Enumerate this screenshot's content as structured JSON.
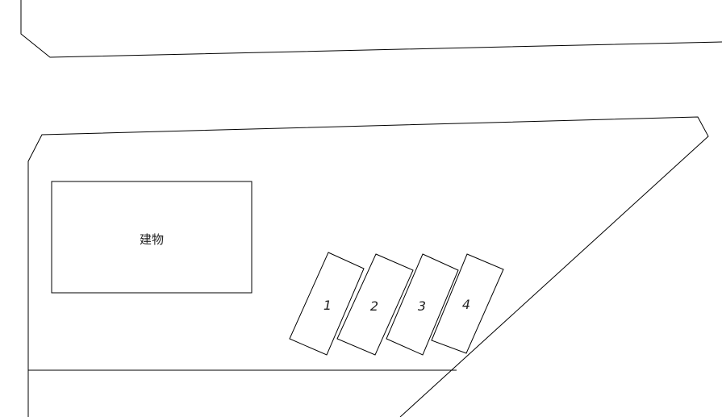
{
  "building": {
    "label": "建物"
  },
  "parking_spaces": [
    {
      "number": "1"
    },
    {
      "number": "2"
    },
    {
      "number": "3"
    },
    {
      "number": "4"
    }
  ],
  "colors": {
    "line": "#000000",
    "background": "#ffffff"
  }
}
